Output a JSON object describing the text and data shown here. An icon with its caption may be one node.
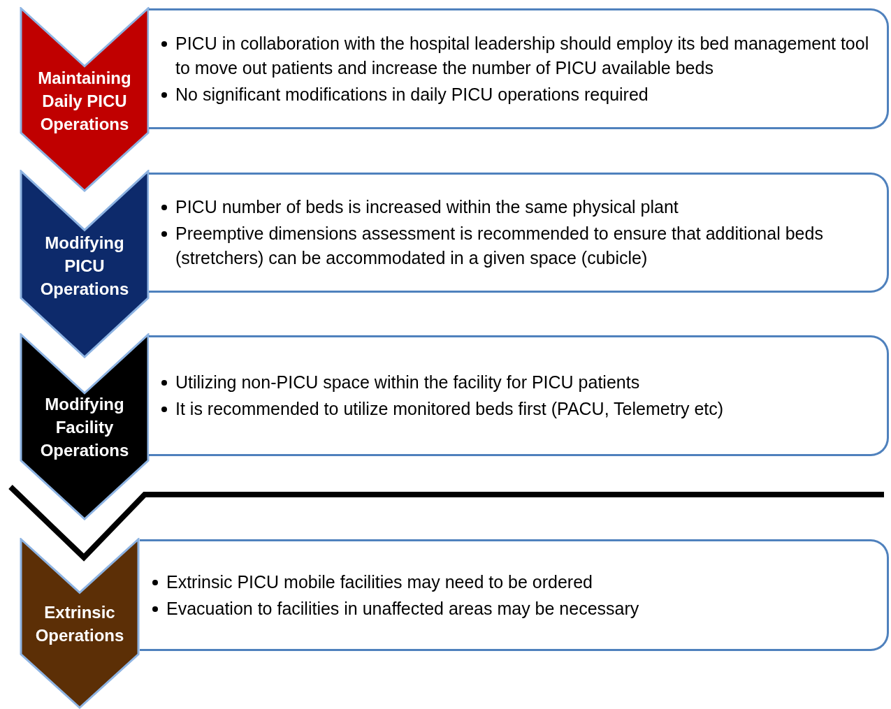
{
  "diagram": {
    "nodes": [
      {
        "text": [
          "Maintaining Daily PICU Operations"
        ]
      },
      {
        "text": [
          "PICU in collaboration with the hospital leadership should employ its bed management tool to move out patients and increase the number of PICU available beds",
          "No significant modifications in daily PICU operations required"
        ]
      },
      {
        "text": [
          "Modifying PICU Operations"
        ]
      },
      {
        "text": [
          "PICU number of beds is increased within the same physical plant",
          "Preemptive dimensions assessment is recommended to ensure that additional beds (stretchers) can be accommodated in a given space (cubicle)"
        ]
      },
      {
        "text": [
          "Modifying Facility Operations"
        ]
      },
      {
        "text": [
          "Utilizing non-PICU space within the facility for PICU patients",
          "It is recommended to utilize monitored beds first (PACU, Telemetry etc)"
        ]
      },
      {
        "text": [
          "Extrinsic Operations"
        ]
      },
      {
        "text": [
          "Extrinsic PICU mobile facilities may need to be ordered",
          "Evacuation to facilities in unaffected areas may be necessary"
        ]
      }
    ]
  }
}
